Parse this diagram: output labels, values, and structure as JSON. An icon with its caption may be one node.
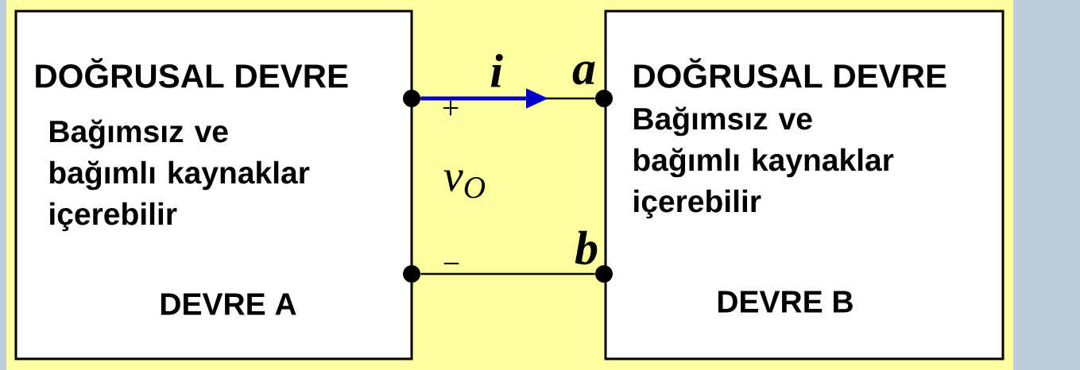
{
  "diagram": {
    "nodes": [
      {
        "text": [
          "DOĞRUSAL DEVRE",
          "Bağımsız ve bağımlı kaynaklar içerebilir",
          "DEVRE A"
        ]
      },
      {
        "text": [
          "DOĞRUSAL DEVRE",
          "Bağımsız ve bağımlı kaynaklar içerebilir",
          "DEVRE B"
        ]
      },
      {
        "text": [],
        "shape": "circle"
      },
      {
        "text": [],
        "shape": "circle"
      },
      {
        "text": [],
        "shape": "circle"
      },
      {
        "text": [],
        "shape": "circle"
      }
    ],
    "edges": [
      {
        "from": 2,
        "to": 3,
        "arrow": "none"
      },
      {
        "from": 2,
        "to": null,
        "arrow": "to",
        "label": "i",
        "style": "thick",
        "color": "#0000cc"
      },
      {
        "from": 4,
        "to": 5,
        "arrow": "none"
      }
    ],
    "labels": [
      "a",
      "+",
      "v$_{O}$",
      "b",
      "−"
    ]
  }
}
